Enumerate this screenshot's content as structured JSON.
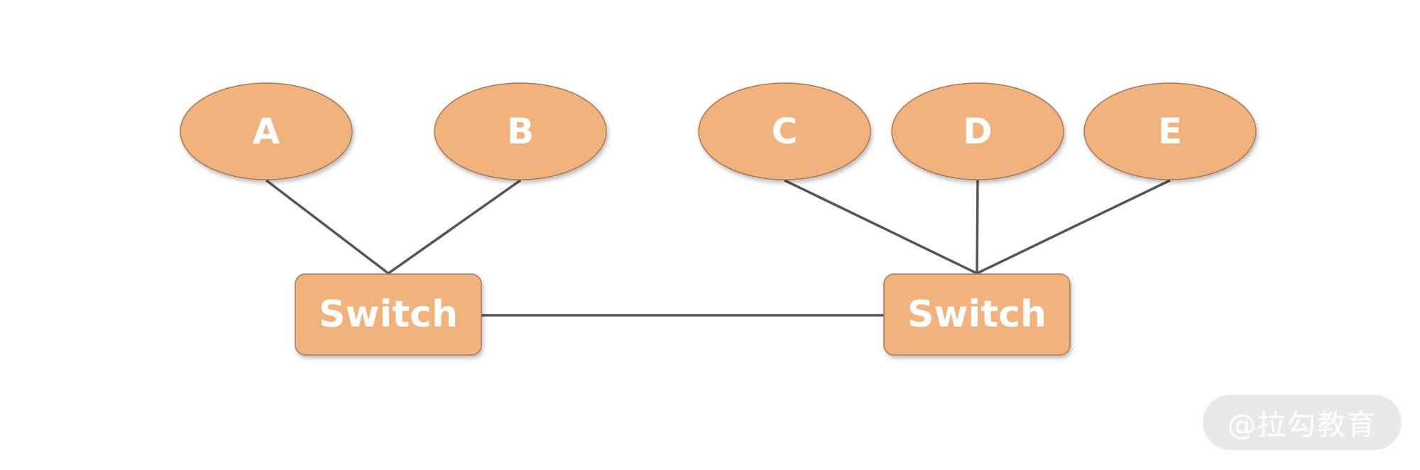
{
  "diagram": {
    "hosts": [
      {
        "id": "A",
        "label": "A"
      },
      {
        "id": "B",
        "label": "B"
      },
      {
        "id": "C",
        "label": "C"
      },
      {
        "id": "D",
        "label": "D"
      },
      {
        "id": "E",
        "label": "E"
      }
    ],
    "switches": [
      {
        "id": "sw1",
        "label": "Switch"
      },
      {
        "id": "sw2",
        "label": "Switch"
      }
    ],
    "links": [
      {
        "from": "A",
        "to": "sw1"
      },
      {
        "from": "B",
        "to": "sw1"
      },
      {
        "from": "C",
        "to": "sw2"
      },
      {
        "from": "D",
        "to": "sw2"
      },
      {
        "from": "E",
        "to": "sw2"
      },
      {
        "from": "sw1",
        "to": "sw2"
      }
    ],
    "colors": {
      "node_fill": "#f1b27c",
      "node_stroke": "#a77a55",
      "link": "#555555",
      "label": "#ffffff"
    }
  },
  "watermark": {
    "text": "@拉勾教育"
  }
}
